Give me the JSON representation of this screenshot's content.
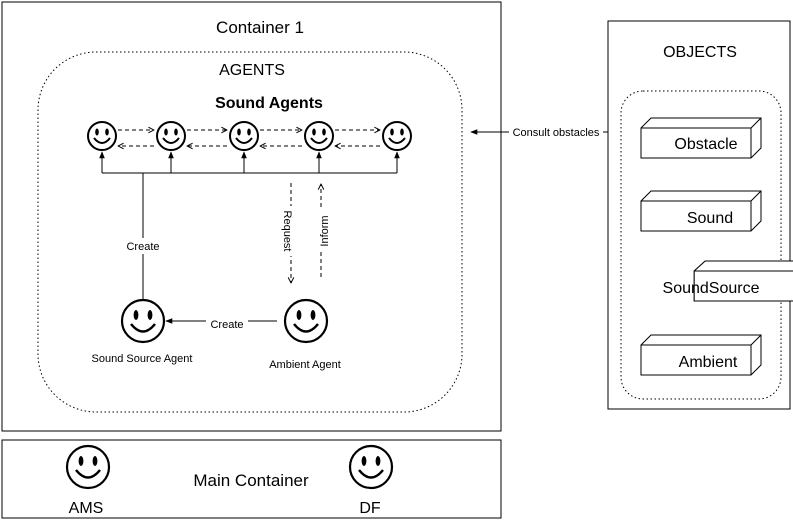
{
  "container1": {
    "title": "Container 1"
  },
  "agents": {
    "title": "AGENTS",
    "sound_agents_title": "Sound Agents",
    "sound_source_agent": "Sound Source Agent",
    "ambient_agent": "Ambient Agent"
  },
  "edges": {
    "create_left": "Create",
    "create_bottom": "Create",
    "request": "Request",
    "inform": "Inform",
    "consult": "Consult obstacles"
  },
  "objects": {
    "title": "OBJECTS",
    "items": [
      "Obstacle",
      "Sound",
      "SoundSource",
      "Ambient"
    ]
  },
  "main_container": {
    "title": "Main Container",
    "ams": "AMS",
    "df": "DF"
  }
}
